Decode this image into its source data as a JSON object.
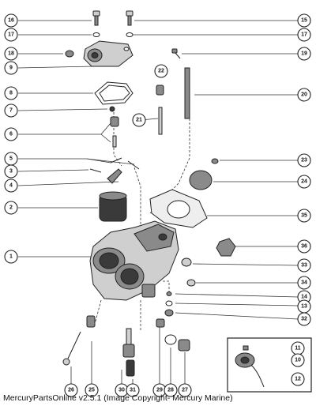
{
  "caption": "MercuryPartsOnline v2.5.1 (Image Copyright- Mercury Marine)",
  "callouts": [
    {
      "id": "16",
      "label": "16"
    },
    {
      "id": "17a",
      "label": "17"
    },
    {
      "id": "18",
      "label": "18"
    },
    {
      "id": "9",
      "label": "9"
    },
    {
      "id": "8",
      "label": "8"
    },
    {
      "id": "7",
      "label": "7"
    },
    {
      "id": "6",
      "label": "6"
    },
    {
      "id": "5",
      "label": "5"
    },
    {
      "id": "3",
      "label": "3"
    },
    {
      "id": "4",
      "label": "4"
    },
    {
      "id": "2",
      "label": "2"
    },
    {
      "id": "1",
      "label": "1"
    },
    {
      "id": "15",
      "label": "15"
    },
    {
      "id": "17b",
      "label": "17"
    },
    {
      "id": "19",
      "label": "19"
    },
    {
      "id": "20",
      "label": "20"
    },
    {
      "id": "22",
      "label": "22"
    },
    {
      "id": "21",
      "label": "21"
    },
    {
      "id": "23",
      "label": "23"
    },
    {
      "id": "24",
      "label": "24"
    },
    {
      "id": "35",
      "label": "35"
    },
    {
      "id": "36",
      "label": "36"
    },
    {
      "id": "33",
      "label": "33"
    },
    {
      "id": "34",
      "label": "34"
    },
    {
      "id": "14",
      "label": "14"
    },
    {
      "id": "13",
      "label": "13"
    },
    {
      "id": "32",
      "label": "32"
    },
    {
      "id": "11",
      "label": "11"
    },
    {
      "id": "10",
      "label": "10"
    },
    {
      "id": "12",
      "label": "12"
    },
    {
      "id": "26",
      "label": "26"
    },
    {
      "id": "25",
      "label": "25"
    },
    {
      "id": "30",
      "label": "30"
    },
    {
      "id": "31",
      "label": "31"
    },
    {
      "id": "29",
      "label": "29"
    },
    {
      "id": "28",
      "label": "28"
    },
    {
      "id": "27",
      "label": "27"
    }
  ]
}
